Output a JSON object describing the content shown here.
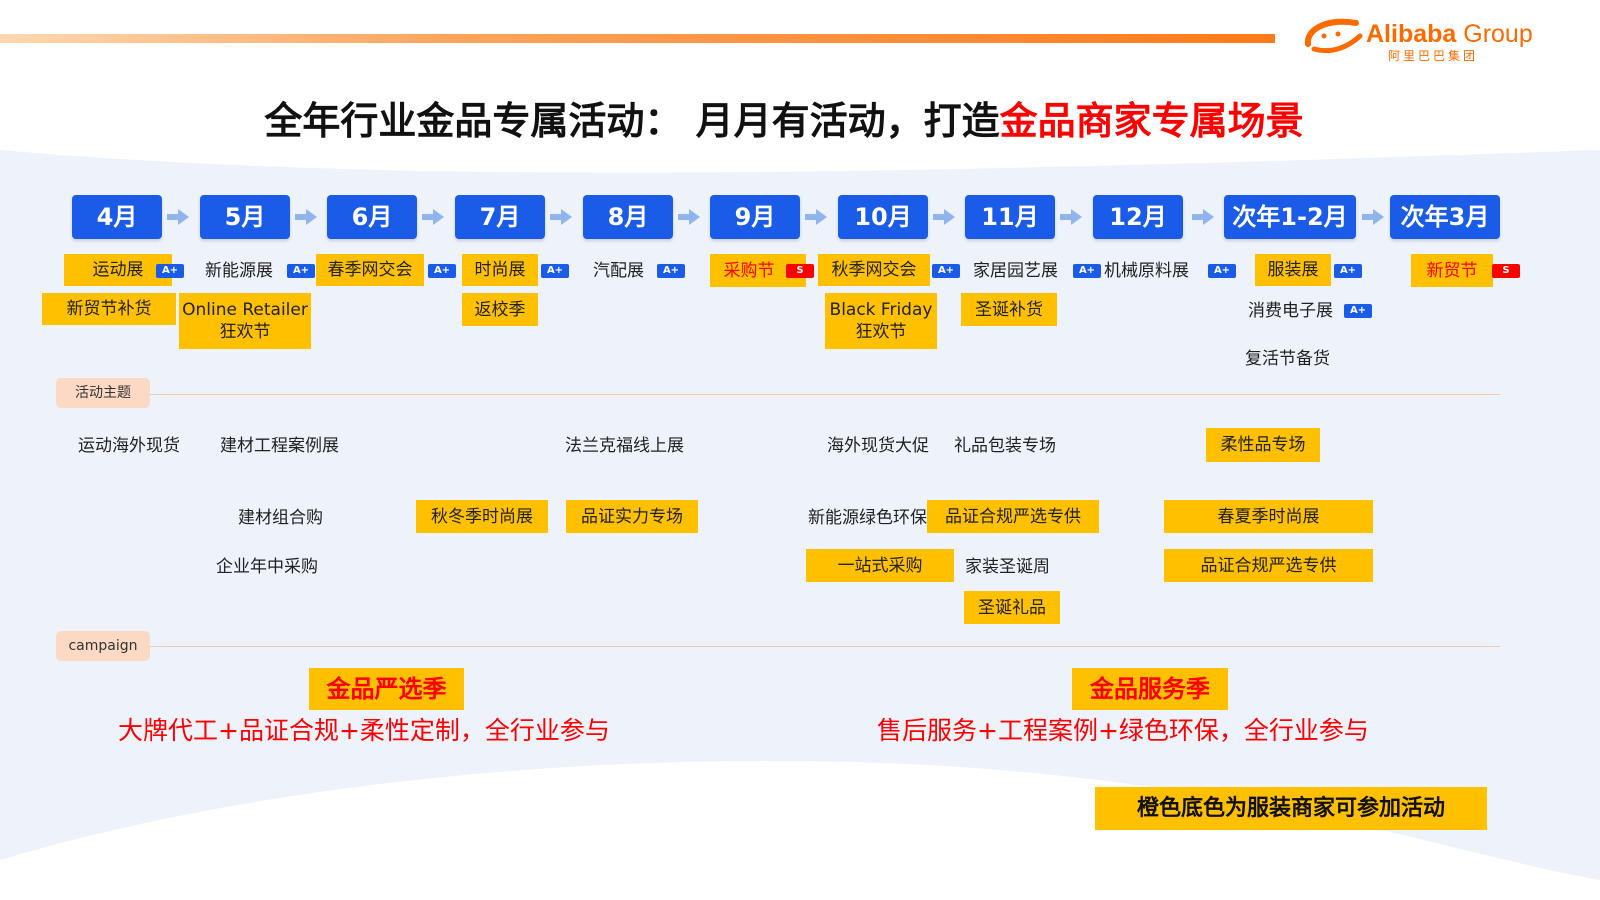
{
  "brand": {
    "logo_en": "Alibaba",
    "logo_group": "Group",
    "logo_cn": "阿里巴巴集团",
    "accent_color": "#ff6a00"
  },
  "title": {
    "part1": "全年行业金品专属活动： 月月有活动，打造",
    "part2": "金品商家专属场景"
  },
  "colors": {
    "month_blue": "#1a5ce8",
    "highlight_yellow": "#ffc000",
    "emphasis_red": "#ff0000"
  },
  "months": [
    "4月",
    "5月",
    "6月",
    "7月",
    "8月",
    "9月",
    "10月",
    "11月",
    "12月",
    "次年1-2月",
    "次年3月"
  ],
  "badges": {
    "a_plus": "A+",
    "s": "S"
  },
  "events": {
    "apr_1": "运动展",
    "apr_2": "新贸节补货",
    "may_1": "新能源展",
    "may_2a": "Online Retailer",
    "may_2b": "狂欢节",
    "jun_1": "春季网交会",
    "jul_1": "时尚展",
    "jul_2": "返校季",
    "aug_1": "汽配展",
    "sep_1": "采购节",
    "oct_1": "秋季网交会",
    "oct_2a": "Black Friday",
    "oct_2b": "狂欢节",
    "nov_1": "家居园艺展",
    "nov_2": "圣诞补货",
    "dec_1": "机械原料展",
    "jan_1": "服装展",
    "jan_2": "消费电子展",
    "jan_3": "复活节备货",
    "mar_1": "新贸节"
  },
  "sections": {
    "theme_label": "活动主题",
    "campaign_label": "campaign"
  },
  "themes": {
    "t1": "运动海外现货",
    "t2": "建材工程案例展",
    "t3": "法兰克福线上展",
    "t4": "海外现货大促",
    "t5": "礼品包装专场",
    "t6": "柔性品专场",
    "t7": "建材组合购",
    "t8": "秋冬季时尚展",
    "t9": "品证实力专场",
    "t10": "新能源绿色环保",
    "t11": "品证合规严选专供",
    "t12": "春夏季时尚展",
    "t13": "企业年中采购",
    "t14": "一站式采购",
    "t15": "家装圣诞周",
    "t16": "品证合规严选专供",
    "t17": "圣诞礼品"
  },
  "campaigns": {
    "left_title": "金品严选季",
    "left_desc": "大牌代工+品证合规+柔性定制，全行业参与",
    "right_title": "金品服务季",
    "right_desc": "售后服务+工程案例+绿色环保，全行业参与"
  },
  "legend": "橙色底色为服装商家可参加活动"
}
